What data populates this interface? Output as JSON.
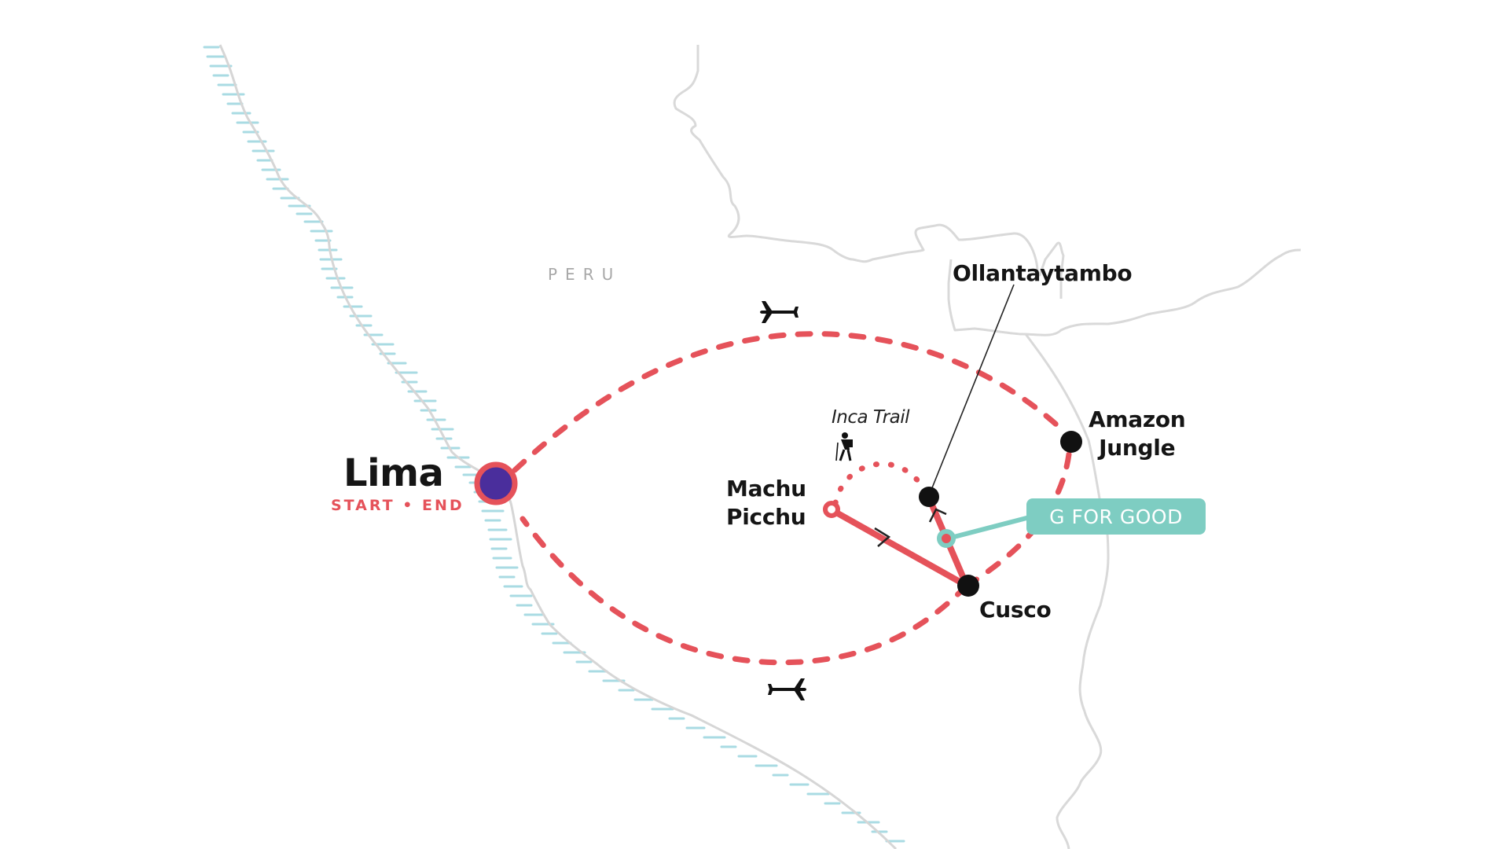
{
  "map": {
    "country_label": "PERU",
    "colors": {
      "route": "#e5525a",
      "coast_hatch": "#a9dbe3",
      "border": "#d9d9d9",
      "city_dot": "#111111",
      "start_fill": "#4a2e9c",
      "good_accent": "#7ecdc2",
      "text": "#151515"
    },
    "start_end": {
      "city": "Lima",
      "tag": "START • END"
    },
    "stops": [
      {
        "id": "ollantaytambo",
        "label": "Ollantaytambo"
      },
      {
        "id": "amazon",
        "label_line1": "Amazon",
        "label_line2": "Jungle"
      },
      {
        "id": "machu-picchu",
        "label_line1": "Machu",
        "label_line2": "Picchu"
      },
      {
        "id": "cusco",
        "label": "Cusco"
      }
    ],
    "trail_label": "Inca Trail",
    "badge": {
      "label": "G FOR GOOD"
    },
    "icons": {
      "flight_outbound": "plane-icon",
      "flight_return": "plane-icon",
      "hike": "hiker-icon",
      "direction": "chevron-arrow-icon"
    },
    "legs": [
      {
        "from": "Lima",
        "to": "Amazon Jungle",
        "mode": "flight",
        "style": "dashed"
      },
      {
        "from": "Amazon Jungle",
        "to": "Cusco",
        "mode": "overland",
        "style": "dashed"
      },
      {
        "from": "Cusco",
        "to": "Ollantaytambo",
        "mode": "overland",
        "style": "solid"
      },
      {
        "from": "Ollantaytambo",
        "to": "Machu Picchu",
        "mode": "trek",
        "style": "dotted"
      },
      {
        "from": "Machu Picchu",
        "to": "Cusco",
        "mode": "overland",
        "style": "solid"
      },
      {
        "from": "Cusco",
        "to": "Lima",
        "mode": "flight",
        "style": "dashed"
      }
    ]
  }
}
